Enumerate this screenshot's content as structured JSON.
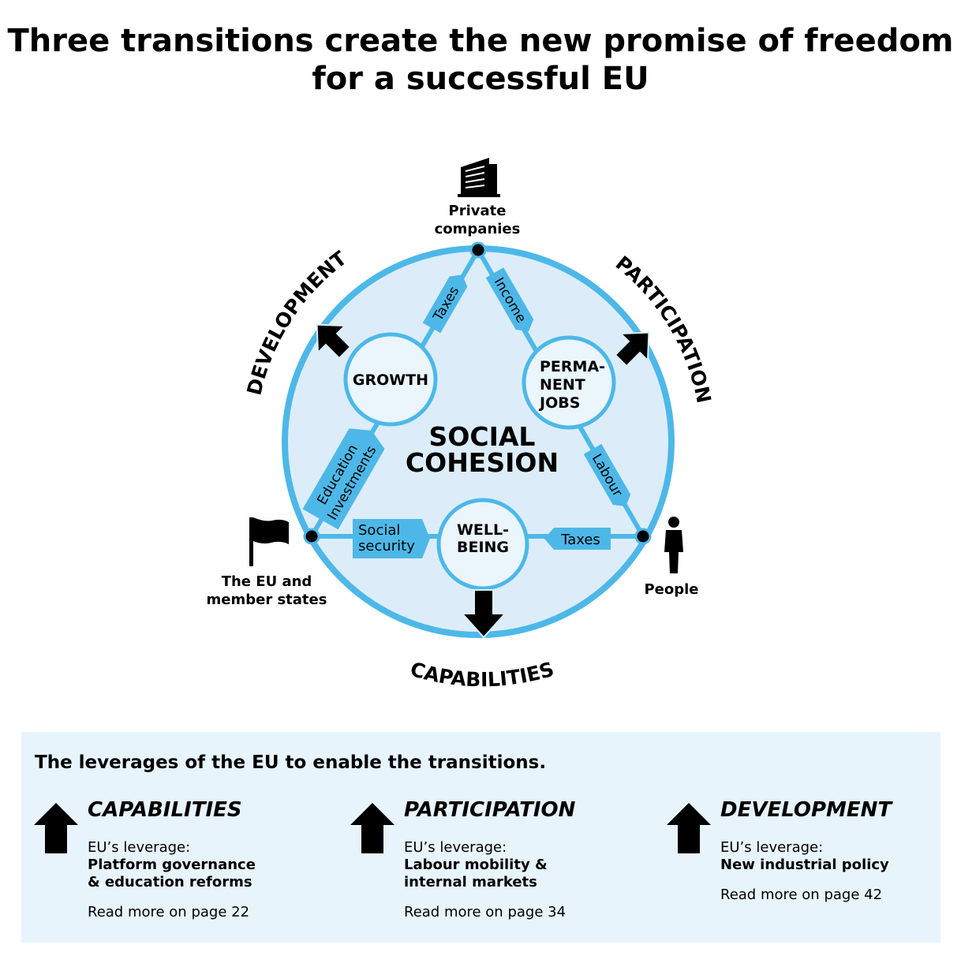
{
  "title_line1": "Three transitions create the new promise of freedom",
  "title_line2": "for a successful EU",
  "diagram": {
    "center": [
      "SOCIAL",
      "COHESION"
    ],
    "nodes": {
      "top": [
        "Private",
        "companies"
      ],
      "left": [
        "The EU and",
        "member states"
      ],
      "right": "People"
    },
    "hubs": {
      "growth": "GROWTH",
      "jobs": [
        "PERMA-",
        "NENT",
        "JOBS"
      ],
      "wellbeing": [
        "WELL-",
        "BEING"
      ]
    },
    "flows": {
      "taxes_top": "Taxes",
      "income": "Income",
      "education": [
        "Education",
        "Investments"
      ],
      "labour": "Labour",
      "social_security": [
        "Social",
        "security"
      ],
      "taxes_bottom": "Taxes"
    },
    "transitions": {
      "development": "DEVELOPMENT",
      "participation": "PARTICIPATION",
      "capabilities": "CAPABILITIES"
    },
    "colors": {
      "ring": "#4db8e8",
      "fill": "#dcedf9",
      "hub": "#eaf5fc"
    }
  },
  "panel": {
    "title": "The leverages of the EU to enable the transitions.",
    "columns": [
      {
        "heading": "CAPABILITIES",
        "leverage_label": "EU’s leverage:",
        "leverage": [
          "Platform governance",
          "& education reforms"
        ],
        "more": "Read more on page 22"
      },
      {
        "heading": "PARTICIPATION",
        "leverage_label": "EU’s leverage:",
        "leverage": [
          "Labour mobility &",
          "internal markets"
        ],
        "more": "Read more on page 34"
      },
      {
        "heading": "DEVELOPMENT",
        "leverage_label": "EU’s leverage:",
        "leverage": [
          "New industrial policy"
        ],
        "more": "Read more on page 42"
      }
    ]
  }
}
